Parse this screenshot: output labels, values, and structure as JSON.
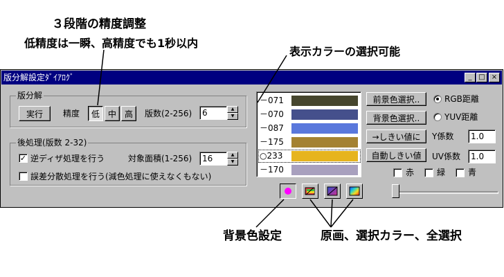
{
  "annotations": {
    "precision_title": "３段階の精度調整",
    "precision_desc": "低精度は一瞬、高精度でも1秒以内",
    "color_select": "表示カラーの選択可能",
    "bg_color": "背景色設定",
    "image_select": "原画、選択カラー、全選択"
  },
  "window": {
    "title": "版分解設定ﾀﾞｲｱﾛｸﾞ",
    "controls": [
      "_",
      "□",
      "×"
    ]
  },
  "separation": {
    "group_label": "版分解",
    "run_button": "実行",
    "precision_label": "精度",
    "precision_options": [
      "低",
      "中",
      "高"
    ],
    "selected_precision": "低",
    "plates_label": "版数(2-256)",
    "plates_value": "6"
  },
  "postprocess": {
    "group_label": "後処理(版数 2-32)",
    "dither_label": "逆ディザ処理を行う",
    "dither_checked": true,
    "area_label": "対象面積(1-256)",
    "area_value": "16",
    "error_diffusion_label": "誤差分散処理を行う(減色処理に使えなくもない)",
    "error_diffusion_checked": false
  },
  "colors": [
    {
      "label": "－071",
      "color": "#46462e"
    },
    {
      "label": "－070",
      "color": "#45508c"
    },
    {
      "label": "－087",
      "color": "#5a78dc"
    },
    {
      "label": "－175",
      "color": "#a48232"
    },
    {
      "label": "○233",
      "color": "#e6b41e",
      "selected": true
    },
    {
      "label": "－170",
      "color": "#a8a0be"
    }
  ],
  "right": {
    "fg_button": "前景色選択..",
    "bg_button": "背景色選択..",
    "threshold_button": "→しきい値に",
    "auto_threshold_button": "自動しきい値",
    "rgb_label": "RGB距離",
    "yuv_label": "YUV距離",
    "distance_mode": "RGB",
    "y_label": "Y係数",
    "y_value": "1.0",
    "uv_label": "UV係数",
    "uv_value": "1.0",
    "red_label": "赤",
    "green_label": "緑",
    "blue_label": "青"
  },
  "icon_buttons": {
    "background_color": "#ff00ff"
  },
  "slider": {
    "value": 0
  }
}
